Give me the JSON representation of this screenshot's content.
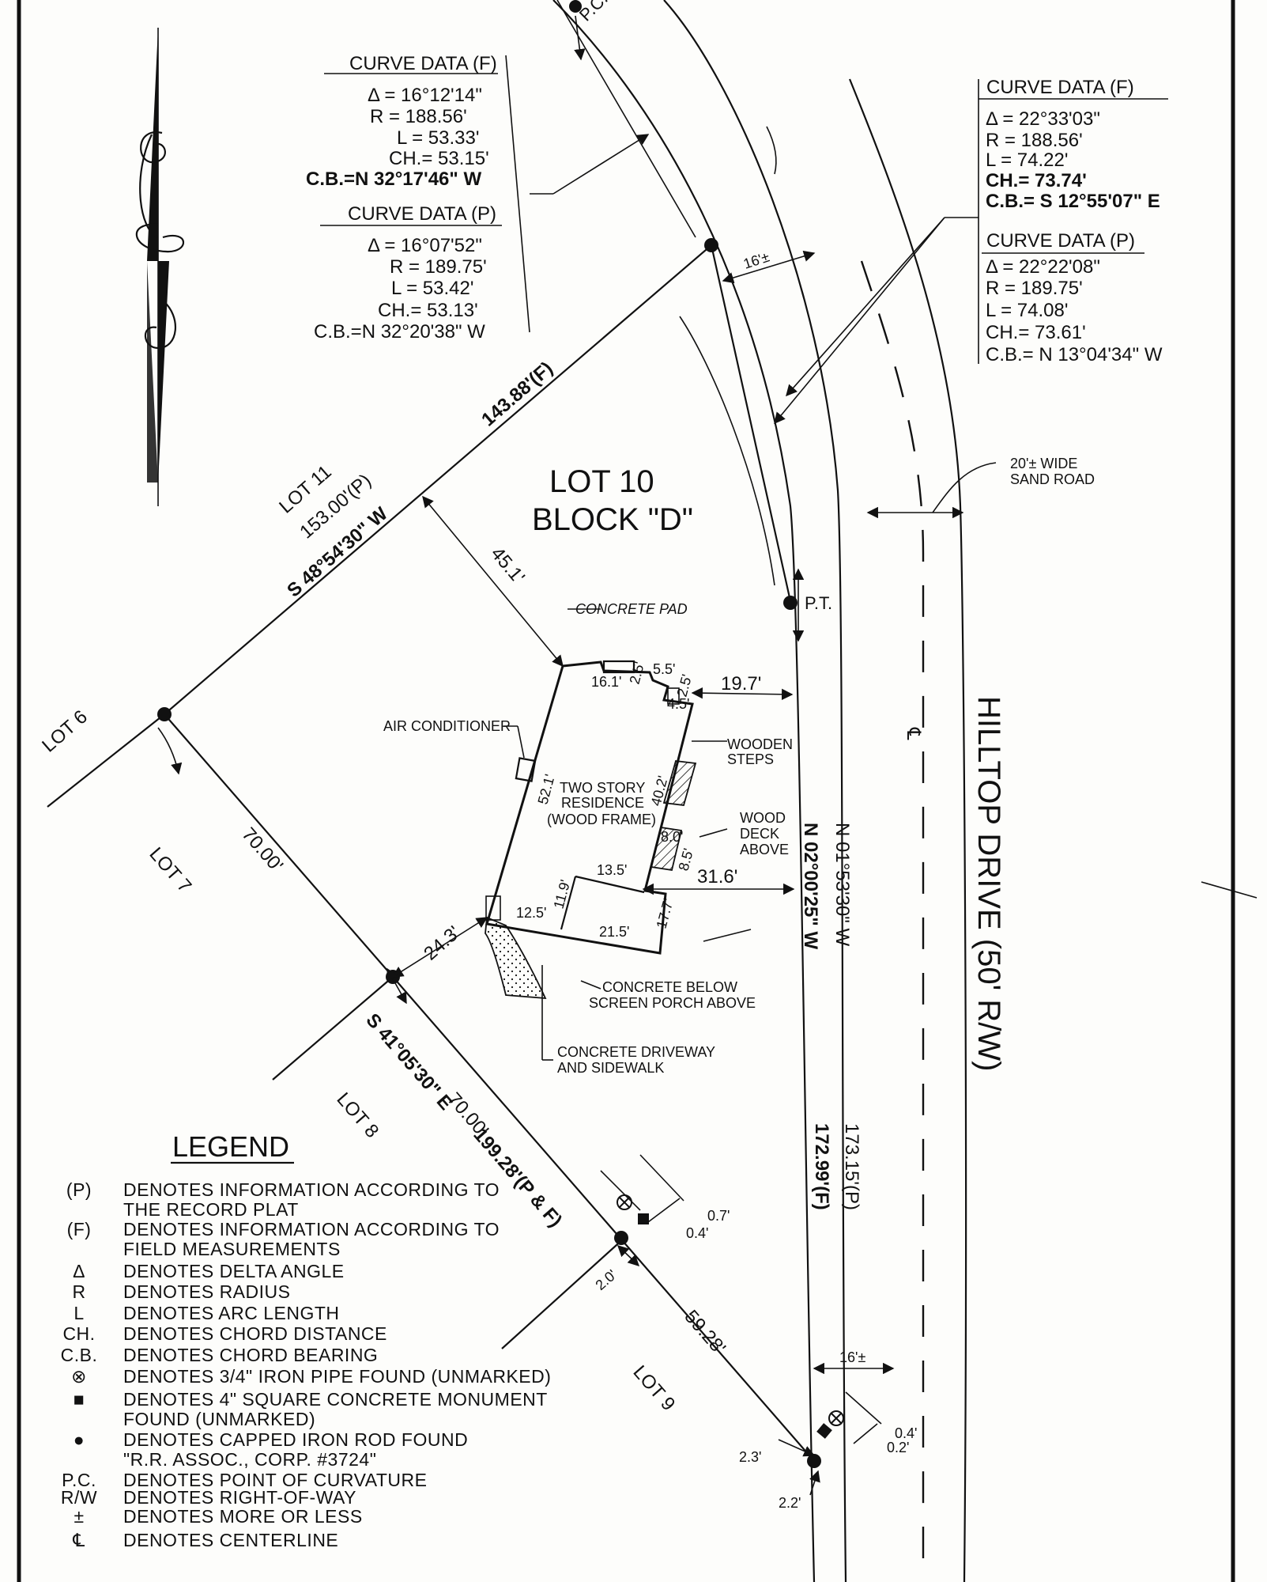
{
  "curve_f_left": {
    "title": "CURVE DATA (F)",
    "delta": "Δ = 16°12'14\"",
    "radius": "R = 188.56'",
    "length": "L = 53.33'",
    "chord": "CH.= 53.15'",
    "bearing": "C.B.=N 32°17'46\" W"
  },
  "curve_p_left": {
    "title": "CURVE DATA (P)",
    "delta": "Δ = 16°07'52\"",
    "radius": "R = 189.75'",
    "length": "L = 53.42'",
    "chord": "CH.= 53.13'",
    "bearing": "C.B.=N 32°20'38\" W"
  },
  "curve_f_right": {
    "title": "CURVE DATA (F)",
    "delta": "Δ = 22°33'03\"",
    "radius": "R = 188.56'",
    "length": "L = 74.22'",
    "chord": "CH.= 73.74'",
    "bearing": "C.B.= S 12°55'07\" E"
  },
  "curve_p_right": {
    "title": "CURVE DATA (P)",
    "delta": "Δ = 22°22'08\"",
    "radius": "R = 189.75'",
    "length": "L = 74.08'",
    "chord": "CH.= 73.61'",
    "bearing": "C.B.= N 13°04'34\" W"
  },
  "labels": {
    "pc": "P.C.",
    "pt": "P.T.",
    "lot10": "LOT 10",
    "block": "BLOCK \"D\"",
    "lot11": "LOT 11",
    "lot6": "LOT 6",
    "lot7": "LOT 7",
    "lot8": "LOT 8",
    "lot9": "LOT 9",
    "road": "HILLTOP DRIVE (50' R/W)",
    "sand_road_1": "20'± WIDE",
    "sand_road_2": "SAND ROAD",
    "centerline": "℄",
    "residence_1": "TWO STORY",
    "residence_2": "RESIDENCE",
    "residence_3": "(WOOD FRAME)",
    "concrete_pad": "CONCRETE PAD",
    "air_conditioner": "AIR CONDITIONER",
    "wooden_steps_1": "WOODEN",
    "wooden_steps_2": "STEPS",
    "wood_deck_1": "WOOD",
    "wood_deck_2": "DECK",
    "wood_deck_3": "ABOVE",
    "concrete_below_1": "CONCRETE BELOW",
    "concrete_below_2": "SCREEN PORCH ABOVE",
    "driveway_1": "CONCRETE DRIVEWAY",
    "driveway_2": "AND SIDEWALK"
  },
  "dimensions": {
    "nw_line_f": "143.88'(F)",
    "nw_line_p": "153.00'(P)",
    "nw_bearing": "S 48°54'30\" W",
    "se_line_bearing": "S 41°05'30\" E",
    "se_line_total": "199.28'(P & F)",
    "lot7_line": "70.00'",
    "lot8_line": "70.00'",
    "lot9_line": "59.28'",
    "east_bearing_1": "N 01°53'30\" W",
    "east_bearing_2": "N 02°00'25\" W",
    "east_p": "173.15'(P)",
    "east_f": "172.99'(F)",
    "d_16_top": "16'±",
    "d_16_bottom": "16'±",
    "d_45_1": "45.1'",
    "d_19_7": "19.7'",
    "d_31_6": "31.6'",
    "d_24_3": "24.3'",
    "d_16_1": "16.1'",
    "d_2_5a": "2.5'",
    "d_5_5": "5.5'",
    "d_2_5b": "2.5'",
    "d_4_5": "4.5'",
    "d_52_1": "52.1'",
    "d_40_2": "40.2'",
    "d_8_0": "8.0'",
    "d_8_5": "8.5'",
    "d_13_5": "13.5'",
    "d_11_9": "11.9'",
    "d_12_5": "12.5'",
    "d_21_5": "21.5'",
    "d_17_7": "17.7'",
    "d_0_7": "0.7'",
    "d_0_4a": "0.4'",
    "d_0_4b": "0.4'",
    "d_0_2": "0.2'",
    "d_2_0": "2.0'",
    "d_2_3": "2.3'",
    "d_2_2": "2.2'"
  },
  "legend": {
    "title": "LEGEND",
    "items": [
      {
        "sym": "(P)",
        "l1": "DENOTES INFORMATION ACCORDING TO",
        "l2": "THE RECORD PLAT"
      },
      {
        "sym": "(F)",
        "l1": "DENOTES INFORMATION ACCORDING TO",
        "l2": "FIELD MEASUREMENTS"
      },
      {
        "sym": "Δ",
        "l1": "DENOTES DELTA ANGLE",
        "l2": ""
      },
      {
        "sym": "R",
        "l1": "DENOTES RADIUS",
        "l2": ""
      },
      {
        "sym": "L",
        "l1": "DENOTES ARC LENGTH",
        "l2": ""
      },
      {
        "sym": "CH.",
        "l1": "DENOTES CHORD DISTANCE",
        "l2": ""
      },
      {
        "sym": "C.B.",
        "l1": "DENOTES CHORD BEARING",
        "l2": ""
      },
      {
        "sym": "⊗",
        "l1": "DENOTES 3/4\" IRON PIPE FOUND (UNMARKED)",
        "l2": ""
      },
      {
        "sym": "■",
        "l1": "DENOTES 4\" SQUARE CONCRETE MONUMENT",
        "l2": "FOUND (UNMARKED)"
      },
      {
        "sym": "●",
        "l1": "DENOTES CAPPED IRON ROD FOUND",
        "l2": "\"R.R. ASSOC., CORP. #3724\""
      },
      {
        "sym": "P.C.",
        "l1": "DENOTES POINT OF CURVATURE",
        "l2": ""
      },
      {
        "sym": "R/W",
        "l1": "DENOTES RIGHT-OF-WAY",
        "l2": ""
      },
      {
        "sym": "±",
        "l1": "DENOTES MORE OR LESS",
        "l2": ""
      },
      {
        "sym": "℄",
        "l1": "DENOTES CENTERLINE",
        "l2": ""
      }
    ]
  }
}
